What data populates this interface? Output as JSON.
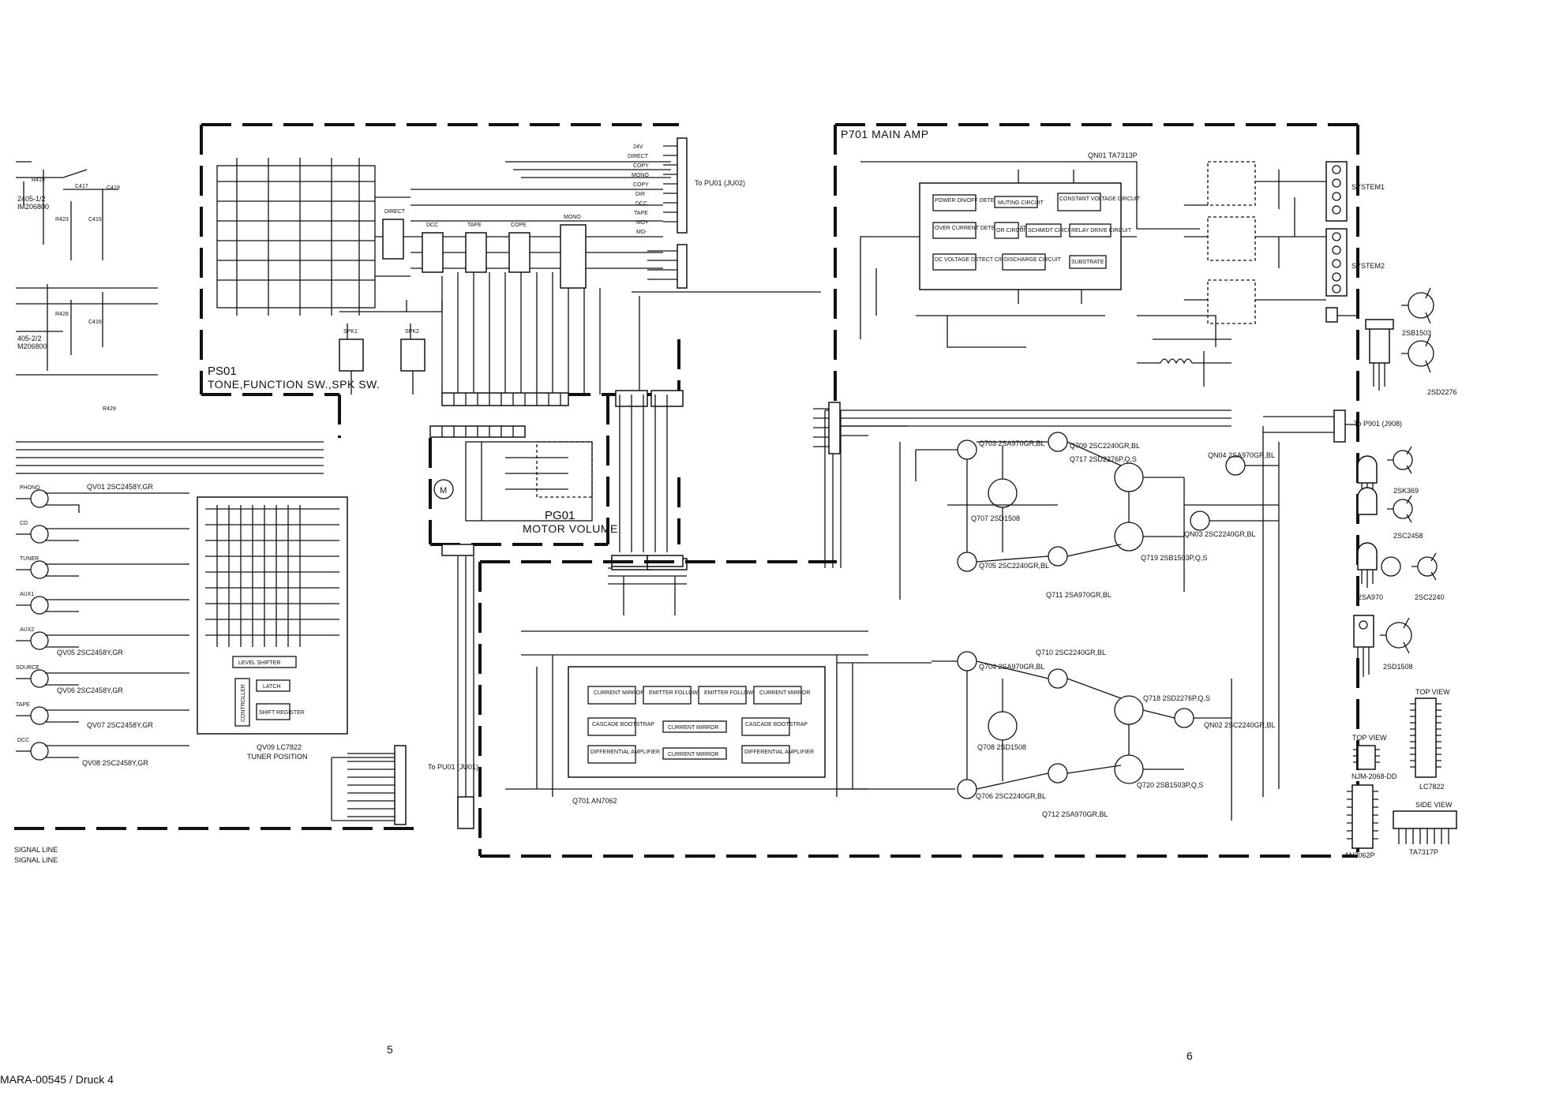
{
  "boards": {
    "ps01_id": "PS01",
    "ps01_title": "TONE,FUNCTION SW.,SPK SW.",
    "pg01_id": "PG01",
    "pg01_title": "MOTOR VOLUME",
    "p701_title": "P701  MAIN AMP"
  },
  "ic_blocks": {
    "qn01": [
      "POWER ON/OFF DETECT CIRCUIT",
      "MUTING CIRCUIT",
      "CONSTANT VOLTAGE CIRCUIT",
      "OVER CURRENT DETECT CIRCUIT",
      "OR CIRCUIT",
      "SCHMIDT CIRCUIT",
      "RELAY DRIVE CIRCUIT",
      "DC VOLTAGE DETECT CIRCUIT",
      "DISCHARGE CIRCUIT",
      "SUBSTRATE"
    ],
    "q701": [
      "CURRENT MIRROR",
      "EMITTER FOLLOWER",
      "EMITTER FOLLOWER",
      "CURRENT MIRROR",
      "CASCADE BOOTSTRAP",
      "CURRENT MIRROR",
      "CASCADE BOOTSTRAP",
      "DIFFERENTIAL AMPLIFIER",
      "CURRENT MIRROR",
      "DIFFERENTIAL AMPLIFIER"
    ],
    "qv09": [
      "LEVEL SHIFTER",
      "CONTROLLER",
      "LATCH",
      "SHIFT REGISTER"
    ]
  },
  "parts": {
    "qn01": "QN01  TA7313P",
    "q701": "Q701  AN7062",
    "qv09": "QV09  LC7822",
    "qv09_sub": "TUNER POSITION",
    "qv01": "QV01  2SC2458Y,GR",
    "qv05": "QV05  2SC2458Y,GR",
    "qv06": "QV06  2SC2458Y,GR",
    "qv07": "QV07  2SC2458Y,GR",
    "qv08": "QV08  2SC2458Y,GR",
    "q703": "Q703  2SA970GR,BL",
    "q709": "Q709  2SC2240GR,BL",
    "q717": "Q717  2SD2276P,Q,S",
    "q707": "Q707  2SD1508",
    "q719": "Q719  2SB1503P,Q,S",
    "q705": "Q705  2SC2240GR,BL",
    "q711": "Q711  2SA970GR,BL",
    "qn03": "QN03  2SC2240GR,BL",
    "qn04": "QN04  2SA970GR,BL",
    "q704": "Q704  2SA970GR,BL",
    "q710": "Q710  2SC2240GR,BL",
    "q718": "Q718  2SD2276P,Q,S",
    "q708": "Q708  2SD1508",
    "q706": "Q706  2SC2240GR,BL",
    "q720": "Q720  2SB1503P,Q,S",
    "q712": "Q712  2SA970GR,BL",
    "qn02": "QN02  2SC2240GR,BL"
  },
  "inputs_left": [
    "PHONO",
    "CD",
    "TUNER",
    "AUX1",
    "AUX2",
    "SOURCE",
    "TAPE",
    "DCC"
  ],
  "switches": [
    "DIRECT",
    "DCC",
    "TAPE",
    "COPE",
    "MONO",
    "SPK1",
    "SPK2"
  ],
  "connectors": {
    "j502_pins": [
      "24V",
      "DIRECT",
      "COPY",
      "MONO",
      "COPY",
      "DIR",
      "DCC",
      "TAPE",
      "MO+",
      "MO-"
    ],
    "to_pu01": "To PU01 (JU02)",
    "to_pu01_b": "To PU01 (JU01)",
    "to_p901": "To P901 (J908)",
    "system1": "SYSTEM1",
    "system2": "SYSTEM2"
  },
  "legend": [
    "SIGNAL LINE",
    "SIGNAL LINE"
  ],
  "views": {
    "top_view_1": "TOP VIEW",
    "top_view_2": "TOP VIEW",
    "side_view": "SIDE VIEW",
    "chip_1": "NJM-2068-DD",
    "chip_2": "LC7822",
    "chip_3": "AN7062P",
    "chip_4": "TA7317P"
  },
  "transistor_types": [
    "2SB1503",
    "2SD2276",
    "2SK369",
    "2SC2458",
    "2SA970",
    "2SC2240",
    "2SD1508"
  ],
  "page_numbers": [
    "5",
    "6"
  ],
  "footer": "MARA-00545 / Druck 4",
  "colors": {
    "ink": "#111111",
    "paper": "#ffffff"
  }
}
